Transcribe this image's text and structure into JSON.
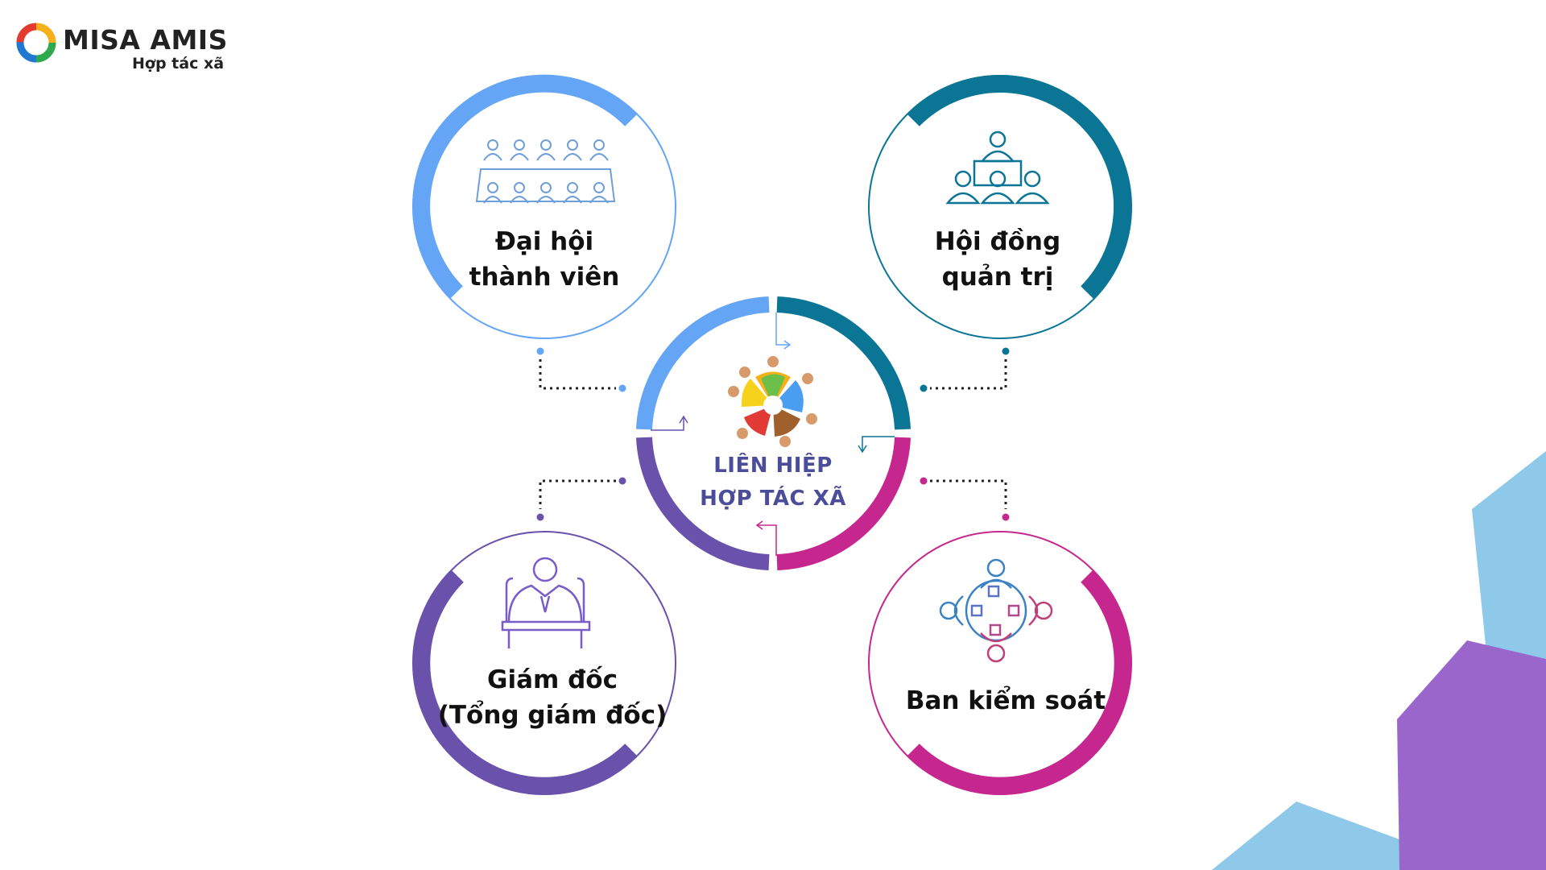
{
  "brand": {
    "name": "MISA AMIS",
    "tagline": "Hợp tác xã"
  },
  "center": {
    "line1": "LIÊN HIỆP",
    "line2": "HỢP TÁC XÃ"
  },
  "nodes": [
    {
      "id": "dai-hoi",
      "line1": "Đại hội",
      "line2": "thành viên",
      "icon": "meeting-table-icon",
      "color": "#64a5f5"
    },
    {
      "id": "hoi-dong",
      "line1": "Hội đồng",
      "line2": "quản trị",
      "icon": "org-group-icon",
      "color": "#0b7596"
    },
    {
      "id": "giam-doc",
      "line1": "Giám đốc",
      "line2": "(Tổng giám đốc)",
      "icon": "director-desk-icon",
      "color": "#6951ac"
    },
    {
      "id": "ban-kiem-soat",
      "line1": "Ban kiểm soát",
      "icon": "round-table-icon",
      "color": "#c5278e"
    }
  ],
  "colors": {
    "blue": "#64a5f5",
    "teal": "#0b7596",
    "purple": "#6951ac",
    "magenta": "#c5278e",
    "sky": "#8ec9ea",
    "violet": "#9a66cc"
  }
}
